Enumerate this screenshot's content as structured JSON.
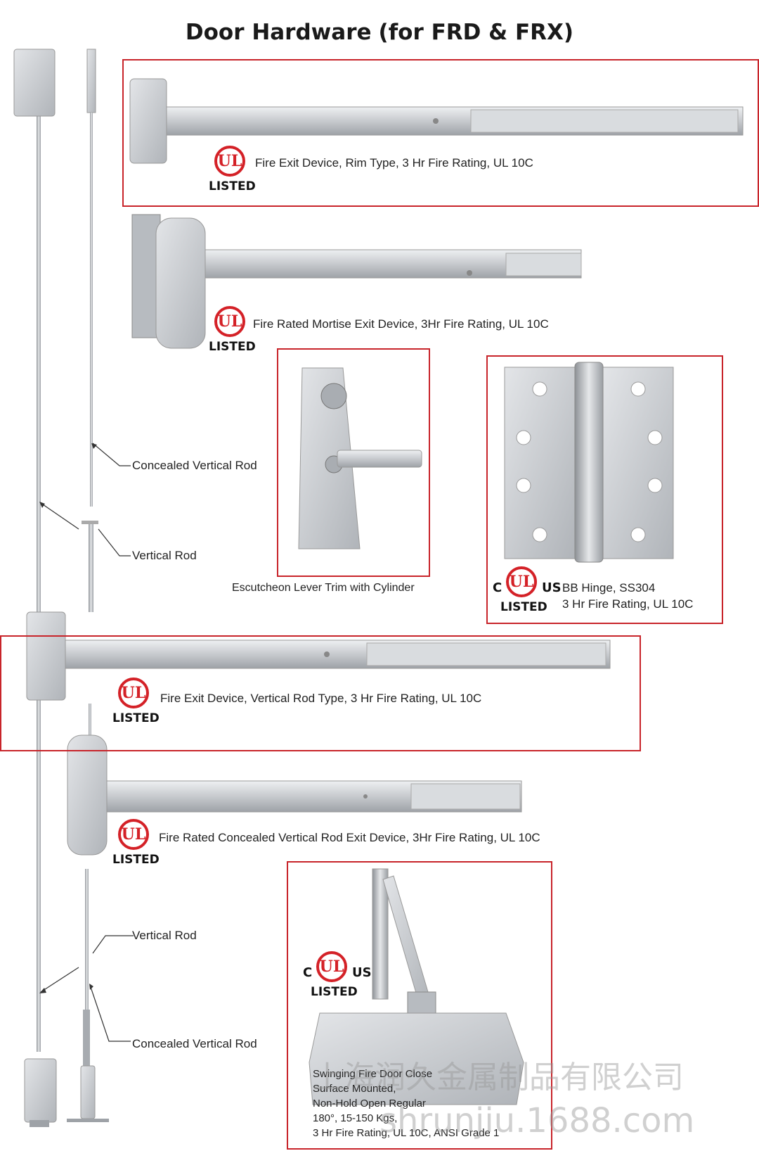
{
  "title": {
    "main": "Door Hardware",
    "sub": "(for FRD & FRX)"
  },
  "products": [
    {
      "caption": "Fire Exit Device, Rim Type, 3 Hr Fire Rating, UL 10C",
      "mark": "LISTED"
    },
    {
      "caption": "Fire Rated Mortise Exit Device, 3Hr Fire Rating, UL 10C",
      "mark": "LISTED"
    },
    {
      "caption": "Escutcheon Lever Trim with Cylinder"
    },
    {
      "caption_line1": "BB Hinge, SS304",
      "caption_line2": "3 Hr Fire Rating, UL 10C",
      "mark": "LISTED",
      "prefix": "C",
      "suffix": "US"
    },
    {
      "caption": "Fire Exit Device, Vertical Rod Type, 3 Hr Fire Rating, UL 10C",
      "mark": "LISTED"
    },
    {
      "caption": "Fire Rated Concealed Vertical Rod Exit Device, 3Hr Fire Rating, UL 10C",
      "mark": "LISTED"
    },
    {
      "lines": [
        "Swinging Fire Door Close",
        "Surface Mounted,",
        "Non-Hold Open Regular",
        "180°, 15-150 Kgs,",
        "3 Hr Fire Rating, UL 10C, ANSI Grade 1"
      ],
      "mark": "LISTED",
      "prefix": "C",
      "suffix": "US"
    }
  ],
  "ul_logo_text": "UL",
  "callouts": {
    "concealed_top": "Concealed Vertical Rod",
    "vertical_top": "Vertical Rod",
    "vertical_bottom": "Vertical Rod",
    "concealed_bottom": "Concealed Vertical Rod"
  },
  "watermark": {
    "chinese": "上海润久金属制品有限公司",
    "url": "shrunjiu.1688.com"
  },
  "colors": {
    "frame": "#c8242a",
    "ul_red": "#d42127",
    "metal": "#c9ccd0"
  }
}
